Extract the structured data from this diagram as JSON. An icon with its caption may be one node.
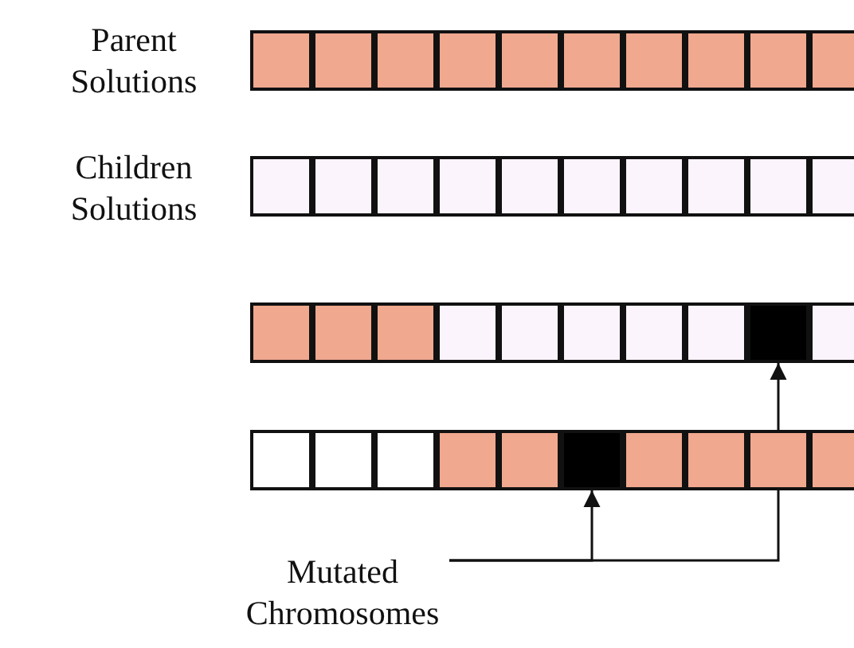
{
  "diagram": {
    "nodes": [
      {
        "text": [
          "Mutated Chromosomes"
        ]
      },
      {
        "text": [],
        "shape": "box"
      },
      {
        "text": [],
        "shape": "box"
      }
    ],
    "edges": [
      {
        "from": 0,
        "to": 1,
        "arrow": "to"
      },
      {
        "from": 0,
        "to": 2,
        "arrow": "to"
      }
    ],
    "labels": [
      "Parent Solutions",
      "Children Solutions"
    ]
  }
}
